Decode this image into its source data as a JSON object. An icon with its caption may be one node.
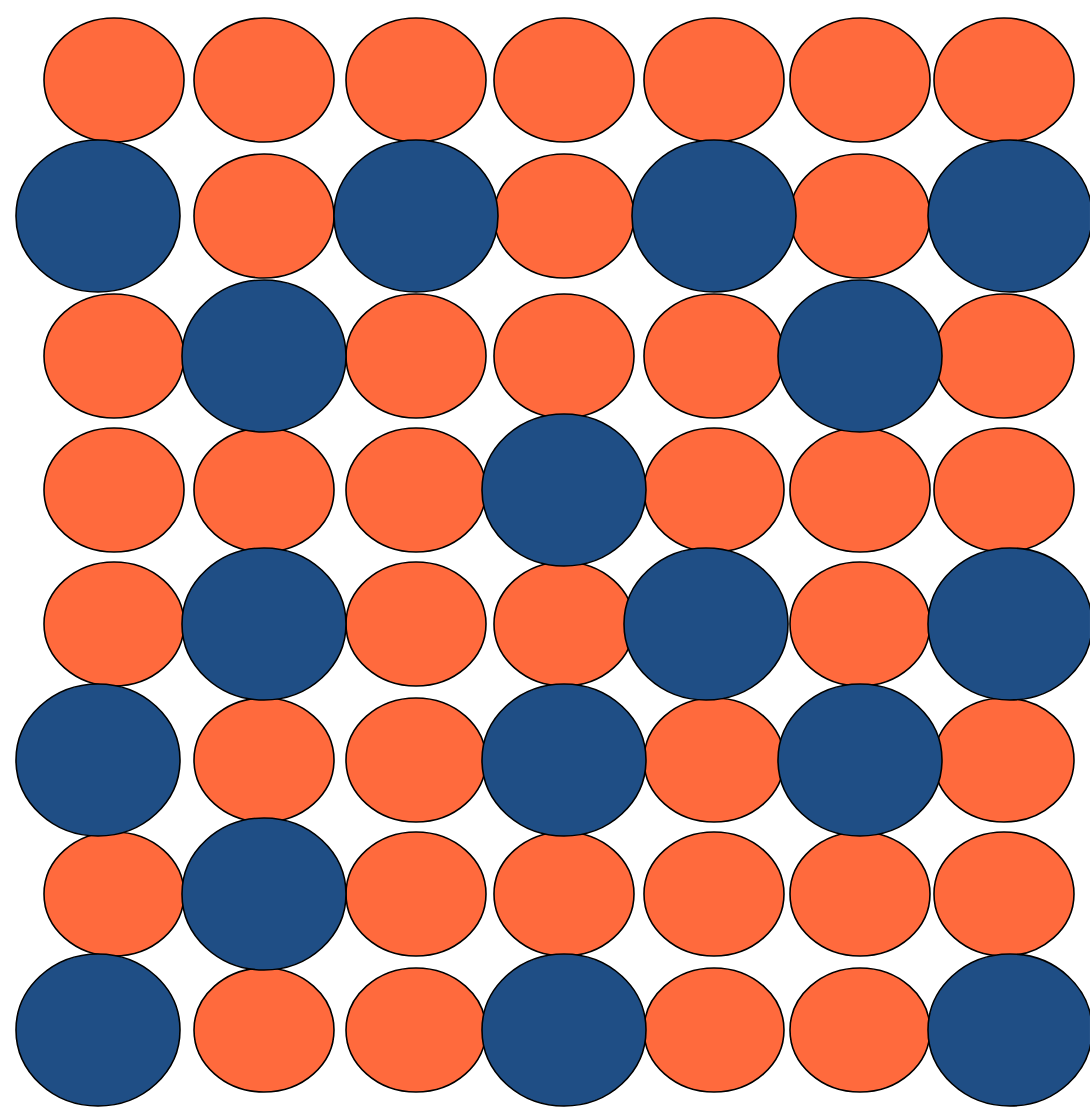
{
  "diagram": {
    "nodes": [
      {
        "text": [],
        "shape": "circle"
      },
      {
        "text": [],
        "shape": "circle"
      },
      {
        "text": [],
        "shape": "circle"
      },
      {
        "text": [],
        "shape": "circle"
      },
      {
        "text": [],
        "shape": "circle"
      },
      {
        "text": [],
        "shape": "circle"
      },
      {
        "text": [],
        "shape": "circle"
      },
      {
        "text": [],
        "shape": "circle"
      },
      {
        "text": [],
        "shape": "circle"
      },
      {
        "text": [],
        "shape": "circle"
      },
      {
        "text": [],
        "shape": "circle"
      },
      {
        "text": [],
        "shape": "circle"
      },
      {
        "text": [],
        "shape": "circle"
      },
      {
        "text": [],
        "shape": "circle"
      },
      {
        "text": [],
        "shape": "circle"
      },
      {
        "text": [],
        "shape": "circle"
      },
      {
        "text": [],
        "shape": "circle"
      },
      {
        "text": [],
        "shape": "circle"
      },
      {
        "text": [],
        "shape": "circle"
      },
      {
        "text": [],
        "shape": "circle"
      },
      {
        "text": [],
        "shape": "circle"
      },
      {
        "text": [],
        "shape": "circle"
      },
      {
        "text": [],
        "shape": "circle"
      },
      {
        "text": [],
        "shape": "circle"
      },
      {
        "text": [],
        "shape": "circle"
      },
      {
        "text": [],
        "shape": "circle"
      },
      {
        "text": [],
        "shape": "circle"
      },
      {
        "text": [],
        "shape": "circle"
      },
      {
        "text": [],
        "shape": "circle"
      },
      {
        "text": [],
        "shape": "circle"
      },
      {
        "text": [],
        "shape": "circle"
      },
      {
        "text": [],
        "shape": "circle"
      },
      {
        "text": [],
        "shape": "circle"
      },
      {
        "text": [],
        "shape": "circle"
      },
      {
        "text": [],
        "shape": "circle"
      },
      {
        "text": [],
        "shape": "circle"
      },
      {
        "text": [],
        "shape": "circle"
      },
      {
        "text": [],
        "shape": "circle"
      },
      {
        "text": [],
        "shape": "circle"
      },
      {
        "text": [],
        "shape": "circle"
      },
      {
        "text": [],
        "shape": "circle"
      },
      {
        "text": [],
        "shape": "circle"
      },
      {
        "text": [],
        "shape": "circle"
      },
      {
        "text": [],
        "shape": "circle"
      },
      {
        "text": [],
        "shape": "circle"
      },
      {
        "text": [],
        "shape": "circle"
      },
      {
        "text": [],
        "shape": "circle"
      },
      {
        "text": [],
        "shape": "circle"
      },
      {
        "text": [],
        "shape": "circle"
      },
      {
        "text": [],
        "shape": "circle"
      },
      {
        "text": [],
        "shape": "circle"
      },
      {
        "text": [],
        "shape": "circle"
      },
      {
        "text": [],
        "shape": "circle"
      },
      {
        "text": [],
        "shape": "circle"
      },
      {
        "text": [],
        "shape": "circle"
      },
      {
        "text": [],
        "shape": "circle"
      }
    ]
  }
}
